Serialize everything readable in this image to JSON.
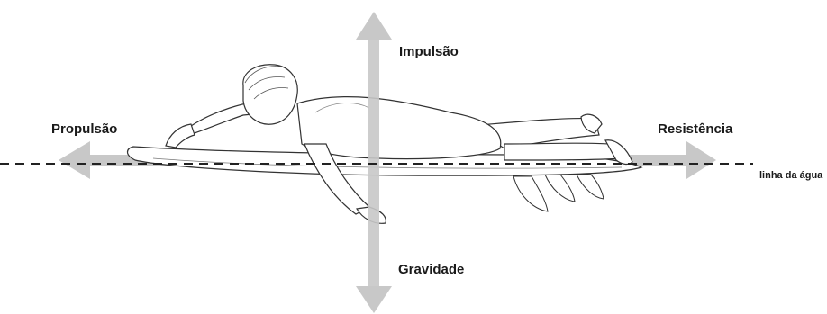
{
  "labels": {
    "impulsao": "Impulsão",
    "gravidade": "Gravidade",
    "propulsao": "Propulsão",
    "resistencia": "Resistência",
    "waterline": "linha da água"
  },
  "colors": {
    "arrow": "#c8c8c8",
    "line": "#222222",
    "text": "#1a1a1a"
  },
  "figure": "surfer-lying-on-surfboard-paddling"
}
